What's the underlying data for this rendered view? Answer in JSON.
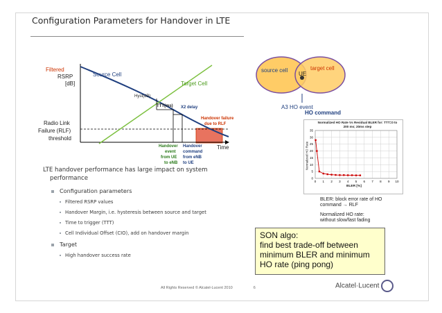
{
  "slide": {
    "title": "Configuration Parameters for Handover in LTE",
    "footer": "All Rights Reserved © Alcatel-Lucent 2010",
    "page_number": "6",
    "logo_text": "Alcatel·Lucent"
  },
  "handover_diagram": {
    "y_label_1": "Filtered",
    "y_label_2": "RSRP",
    "y_label_3": "[dB]",
    "source_cell": "Source Cell",
    "target_cell": "Target Cell",
    "hyst": "Hyst(dB)",
    "ttt": "TTT(ms)",
    "x2_delay": "X2 delay",
    "rlf_1": "Radio Link",
    "rlf_2": "Failure (RLF)",
    "rlf_3": "threshold",
    "failure_1": "Handover failure",
    "failure_2": "due to RLF",
    "time": "Time",
    "event_1": "Handover",
    "event_2": "event",
    "event_3": "from UE",
    "event_4": "to eNB",
    "cmd_1": "Handover",
    "cmd_2": "command",
    "cmd_3": "from eNB",
    "cmd_4": "to UE"
  },
  "cells": {
    "source": "source cell",
    "ue": "UE",
    "target": "target cell",
    "a3_event": "A3 HO event",
    "ho_command": "HO command"
  },
  "chart_data": {
    "type": "line",
    "title": "Normalized HO Rate Vs Residual BLER for: TTT=0 to 200 ms; 20ms step",
    "xlabel": "BLER [%]",
    "ylabel": "Normalized HO Rate",
    "xlim": [
      0,
      10
    ],
    "ylim": [
      0,
      35
    ],
    "x_ticks": [
      "0",
      "1",
      "2",
      "3",
      "4",
      "5",
      "6",
      "7",
      "8",
      "9",
      "10"
    ],
    "y_ticks": [
      "0",
      "5",
      "10",
      "15",
      "20",
      "25",
      "30",
      "35"
    ],
    "grid": true,
    "color": "#cc0000",
    "x": [
      0.05,
      0.2,
      0.5,
      1,
      1.5,
      2,
      2.5,
      3,
      3.5,
      4,
      4.5,
      5,
      5.5
    ],
    "y": [
      28,
      20,
      5,
      3.5,
      3,
      2.7,
      2.5,
      2.4,
      2.4,
      2.3,
      2.3,
      2.2,
      2.2
    ]
  },
  "notes": {
    "bler_1": "BLER: block error rate of HO",
    "bler_2": "command → RLF",
    "norm_1": "Normalized HO rate:",
    "norm_2": "without slow/fast fading"
  },
  "bullets": {
    "intro_1": "LTE handover performance has large impact on system",
    "intro_2": "performance",
    "config": "Configuration parameters",
    "items": [
      "Filtered RSRP values",
      "Handover Margin, i.e. hysteresis between source and target",
      "Time to trigger (TTT)",
      "Cell Individual Offset (CIO), add on handover margin"
    ],
    "target": "Target",
    "target_item": "High handover success rate"
  },
  "son": {
    "line_1": "SON algo:",
    "line_2": "find best trade-off between",
    "line_3": "minimum BLER and minimum",
    "line_4": "HO rate (ping pong)"
  }
}
